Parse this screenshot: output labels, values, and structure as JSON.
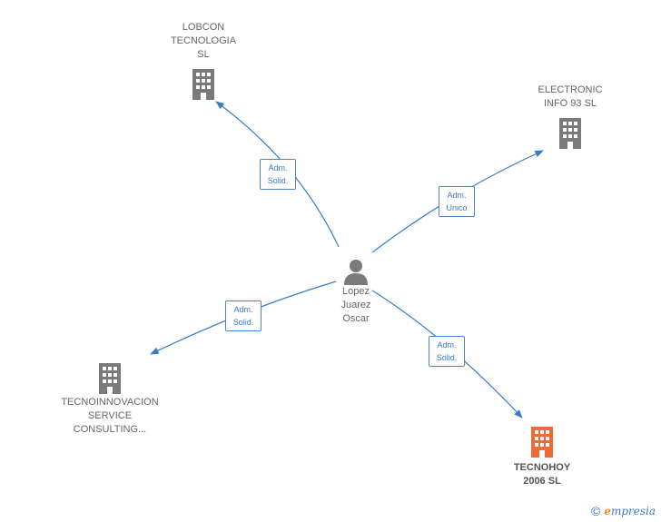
{
  "center": {
    "label": "Lopez\nJuarez\nOscar",
    "icon": "person-icon"
  },
  "companies": [
    {
      "id": "lobcon",
      "label": "LOBCON\nTECNOLOGIA\nSL",
      "icon": "building-icon",
      "color": "#7a7a7a",
      "highlight": false
    },
    {
      "id": "electronic",
      "label": "ELECTRONIC\nINFO 93 SL",
      "icon": "building-icon",
      "color": "#7a7a7a",
      "highlight": false
    },
    {
      "id": "tecnoinnovacion",
      "label": "TECNOINNOVACION\nSERVICE\nCONSULTING...",
      "icon": "building-icon",
      "color": "#7a7a7a",
      "highlight": false
    },
    {
      "id": "tecnohoy",
      "label": "TECNOHOY\n2006 SL",
      "icon": "building-icon",
      "color": "#f06a35",
      "highlight": true
    }
  ],
  "relations": [
    {
      "to": "lobcon",
      "label": "Adm.\nSolid."
    },
    {
      "to": "electronic",
      "label": "Adm.\nUnico"
    },
    {
      "to": "tecnoinnovacion",
      "label": "Adm.\nSolid."
    },
    {
      "to": "tecnohoy",
      "label": "Adm.\nSolid."
    }
  ],
  "colors": {
    "edge": "#3a7bc8",
    "person": "#7a7a7a"
  },
  "watermark": {
    "symbol": "©",
    "brand_initial": "e",
    "brand_rest": "mpresia"
  }
}
